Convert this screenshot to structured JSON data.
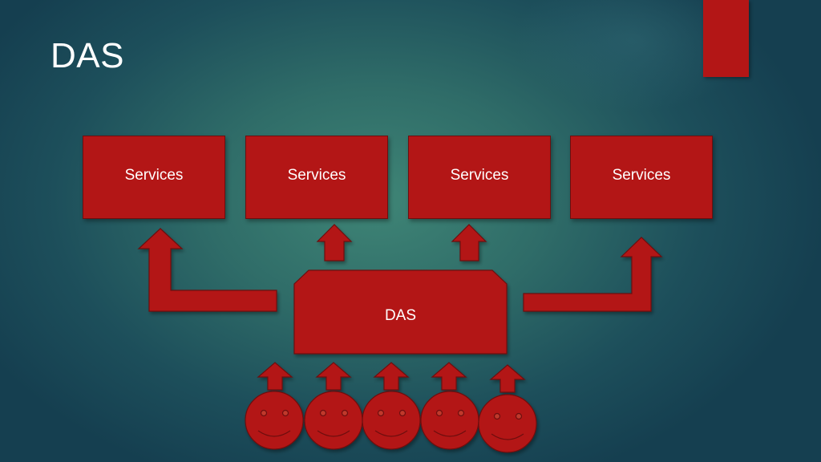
{
  "slide": {
    "title": "DAS"
  },
  "diagram": {
    "services": [
      {
        "label": "Services"
      },
      {
        "label": "Services"
      },
      {
        "label": "Services"
      },
      {
        "label": "Services"
      }
    ],
    "hub": {
      "label": "DAS"
    },
    "users_count_shown": 5
  },
  "colors": {
    "shape_fill": "#b31616",
    "shape_outline": "#6e0e0e",
    "text": "#ffffff"
  }
}
